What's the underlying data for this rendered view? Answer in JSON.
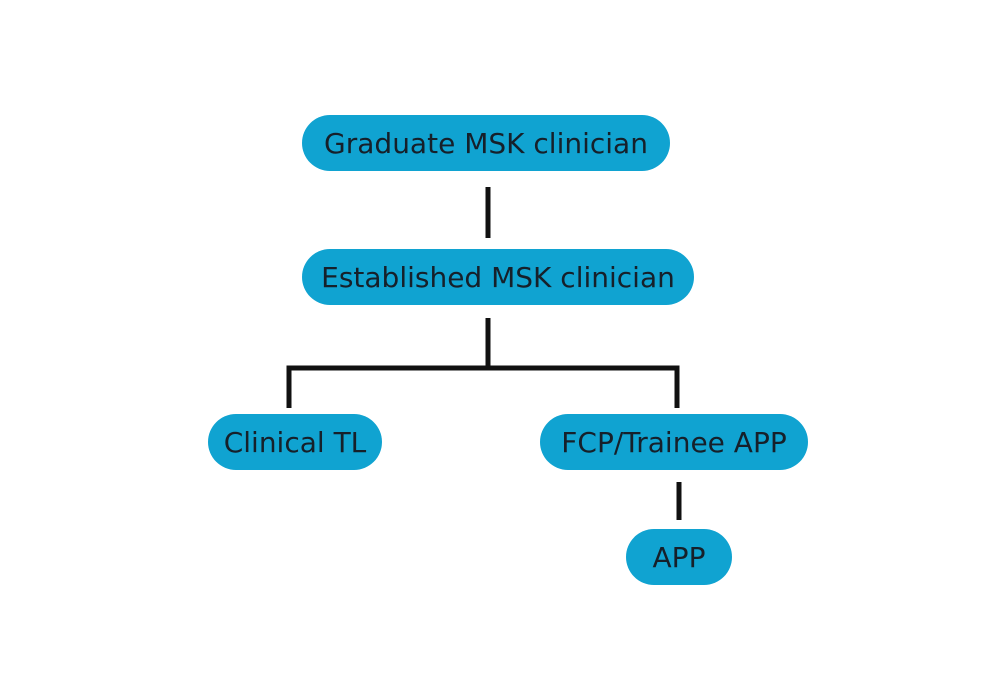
{
  "colors": {
    "node_fill": "#10a3d1",
    "node_text": "#16202a",
    "connector": "#111111"
  },
  "nodes": {
    "graduate": {
      "label": "Graduate MSK clinician"
    },
    "established": {
      "label": "Established MSK clinician"
    },
    "clinical_tl": {
      "label": "Clinical TL"
    },
    "fcp_trainee_app": {
      "label": "FCP/Trainee APP"
    },
    "app": {
      "label": "APP"
    }
  }
}
